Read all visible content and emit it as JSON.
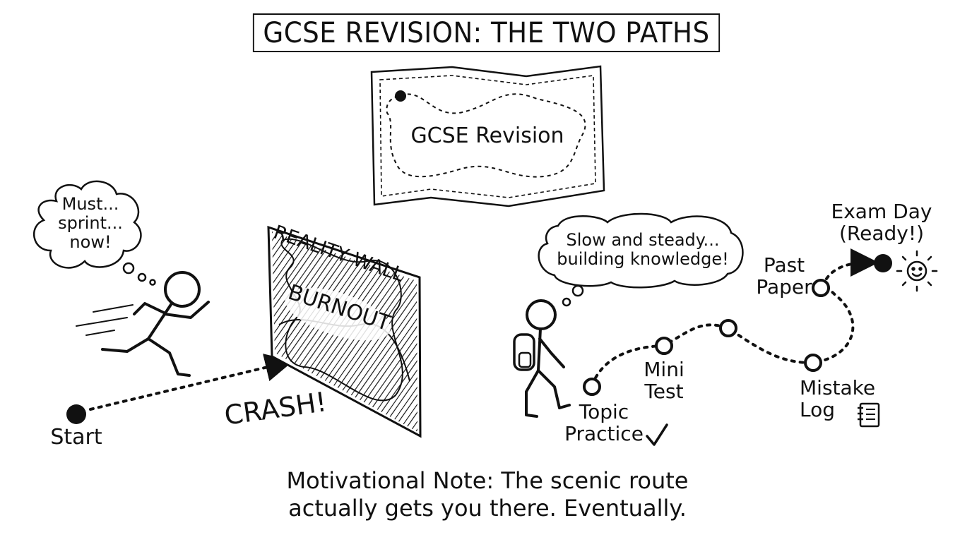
{
  "title": "GCSE REVISION: THE TWO PATHS",
  "map": {
    "label": "GCSE Revision"
  },
  "left_path": {
    "thought": "Must...\nsprint...\nnow!",
    "start_label": "Start",
    "wall_title": "REALITY WALL",
    "wall_word": "BURNOUT",
    "impact": "CRASH!"
  },
  "right_path": {
    "thought": "Slow and steady...\nbuilding knowledge!",
    "milestones": [
      {
        "label": "Topic\nPractice",
        "icon": "check-icon"
      },
      {
        "label": "Mini\nTest",
        "icon": ""
      },
      {
        "label": "Mistake\nLog",
        "icon": "notebook-icon"
      },
      {
        "label": "Past\nPaper",
        "icon": ""
      },
      {
        "label": "Exam Day\n(Ready!)",
        "icon": "smiling-sun-icon"
      }
    ]
  },
  "footer_note": "Motivational Note: The scenic route\nactually gets you there. Eventually.",
  "colors": {
    "ink": "#111111",
    "paper": "#ffffff"
  }
}
